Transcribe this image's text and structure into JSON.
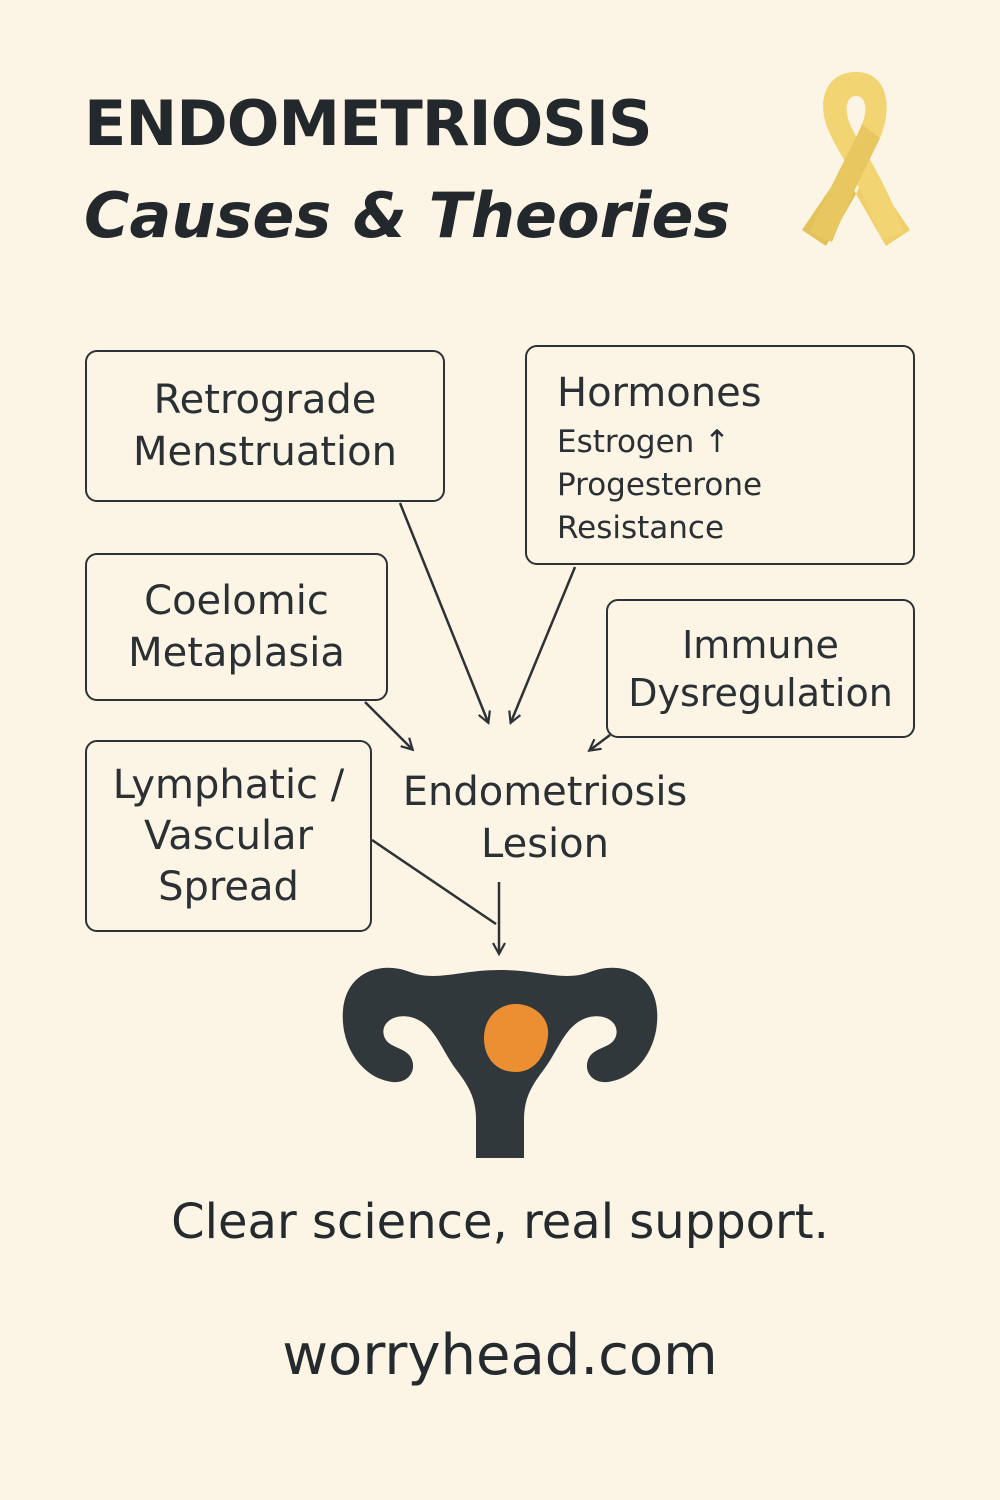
{
  "header": {
    "title": "ENDOMETRIOSIS",
    "subtitle": "Causes & Theories"
  },
  "causes": {
    "retrograde": {
      "line1": "Retrograde",
      "line2": "Menstruation"
    },
    "hormones": {
      "title": "Hormones",
      "detail1": "Estrogen ↑",
      "detail2": "Progesterone",
      "detail3": "Resistance"
    },
    "coelomic": {
      "line1": "Coelomic",
      "line2": "Metaplasia"
    },
    "immune": {
      "line1": "Immune",
      "line2": "Dysregulation"
    },
    "lymphatic": {
      "line1": "Lymphatic /",
      "line2": "Vascular",
      "line3": "Spread"
    }
  },
  "center": {
    "line1": "Endometriosis",
    "line2": "Lesion"
  },
  "footer": {
    "tagline": "Clear science, real support.",
    "website": "worryhead.com"
  },
  "colors": {
    "background": "#fcf5e5",
    "ink": "#22282c",
    "ribbon": "#f2d472",
    "lesion": "#ec8f33"
  },
  "icons": {
    "ribbon": "awareness-ribbon-icon",
    "uterus": "uterus-icon"
  }
}
